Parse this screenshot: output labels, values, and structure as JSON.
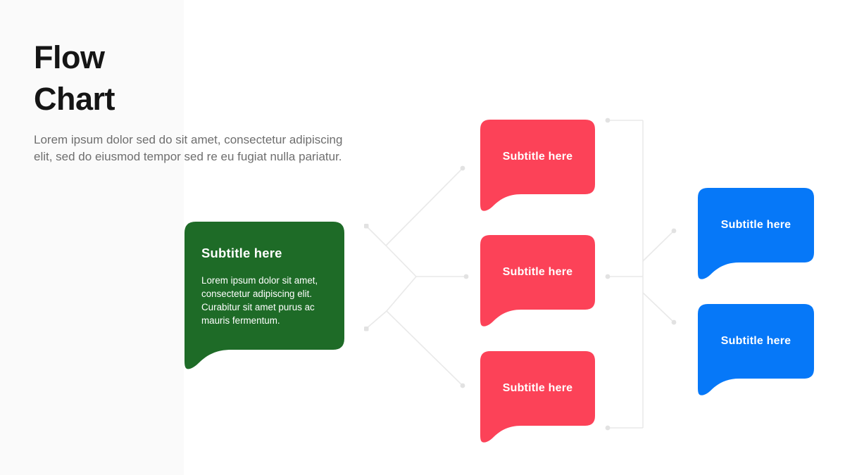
{
  "slide": {
    "title_line1": "Flow",
    "title_line2": "Chart",
    "description": "Lorem ipsum dolor sed do sit amet, consectetur adipiscing elit, sed do eiusmod tempor sed re eu fugiat nulla pariatur."
  },
  "colors": {
    "slide-bg": "#ffffff",
    "sidebar-bg": "#fafafa",
    "title-text": "#151515",
    "description-text": "#6e6e6e",
    "node-green": "#1e6b27",
    "node-red": "#fc4258",
    "node-blue": "#0678f8",
    "node-text": "#ffffff",
    "connector": "#e9e9e9",
    "connector-dot": "#e2e2e2"
  },
  "flowchart": {
    "root": {
      "title": "Subtitle here",
      "body": "Lorem ipsum dolor sit amet, consectetur adipiscing elit. Curabitur sit amet purus ac mauris fermentum."
    },
    "middle_nodes": [
      {
        "label": "Subtitle here"
      },
      {
        "label": "Subtitle here"
      },
      {
        "label": "Subtitle here"
      }
    ],
    "end_nodes": [
      {
        "label": "Subtitle here"
      },
      {
        "label": "Subtitle here"
      }
    ]
  }
}
